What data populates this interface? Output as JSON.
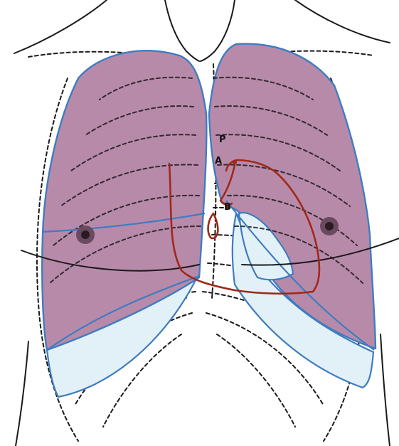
{
  "labels": {
    "point_p": "P",
    "point_a": "A",
    "point_b": "B"
  },
  "colors": {
    "lung_fill": "#b88aaa",
    "pleura_fill": "#e2f1f8",
    "outline_blue": "#3f7cc0",
    "heart_red": "#a02818",
    "rib_dashes": "#1a1a1a"
  }
}
